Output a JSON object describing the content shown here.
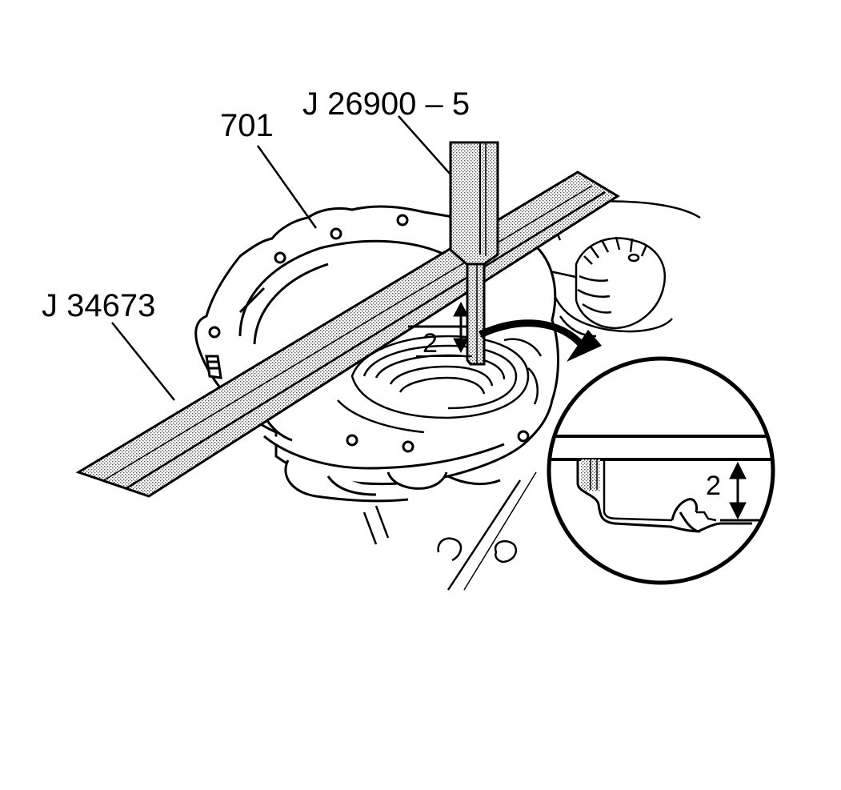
{
  "diagram": {
    "labels": {
      "tool_gauge": "J 26900 – 5",
      "part_number": "701",
      "tool_bar": "J 34673",
      "dimension_main": "2",
      "dimension_detail": "2"
    },
    "colors": {
      "ink": "#000000",
      "paper": "#ffffff",
      "stipple": "#bdbdbd"
    }
  }
}
